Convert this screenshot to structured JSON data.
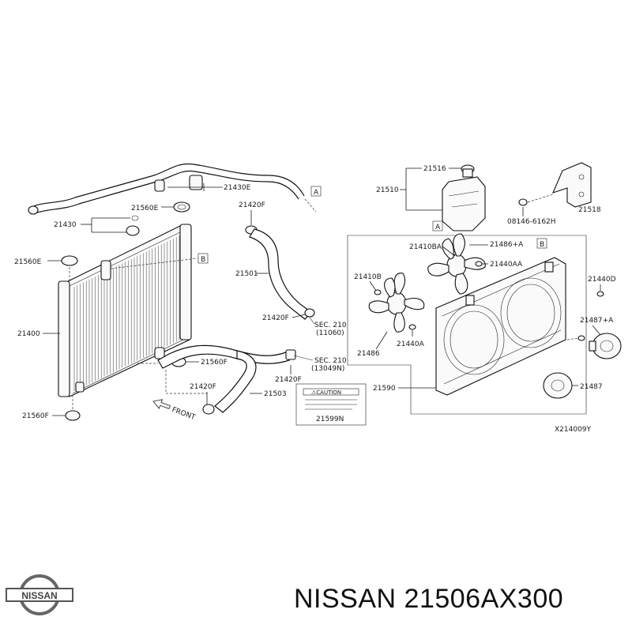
{
  "diagram": {
    "drawing_code": "X214009Y",
    "labels": {
      "p21430e": "21430E",
      "p21560e_top": "21560E",
      "p21430": "21430",
      "p21560e_left": "21560E",
      "p21400": "21400",
      "p21560f_mid": "21560F",
      "p21560f_bot": "21560F",
      "p21420f_top": "21420F",
      "p21501": "21501",
      "p21420f_mid": "21420F",
      "sec210_a": "SEC. 210",
      "sec210_a_ref": "(11060)",
      "sec210_b": "SEC. 210",
      "sec210_b_ref": "(13049N)",
      "p21420f_low": "21420F",
      "p21420f_bot": "21420F",
      "p21503": "21503",
      "caution": "⚠CAUTION",
      "p21599n": "21599N",
      "front": "FRONT",
      "p21516": "21516",
      "p21510": "21510",
      "p08146": "08146-6162H",
      "p21518": "21518",
      "p21410ba": "21410BA",
      "p21486a": "21486+A",
      "p21440aa": "21440AA",
      "p21410b": "21410B",
      "p21486": "21486",
      "p21440a": "21440A",
      "p21440d": "21440D",
      "p21487a": "21487+A",
      "p21487": "21487",
      "p21590": "21590",
      "ref_a": "A",
      "ref_b": "B"
    }
  },
  "brand": {
    "logo_text": "NISSAN",
    "title": "NISSAN 21506AX300"
  }
}
